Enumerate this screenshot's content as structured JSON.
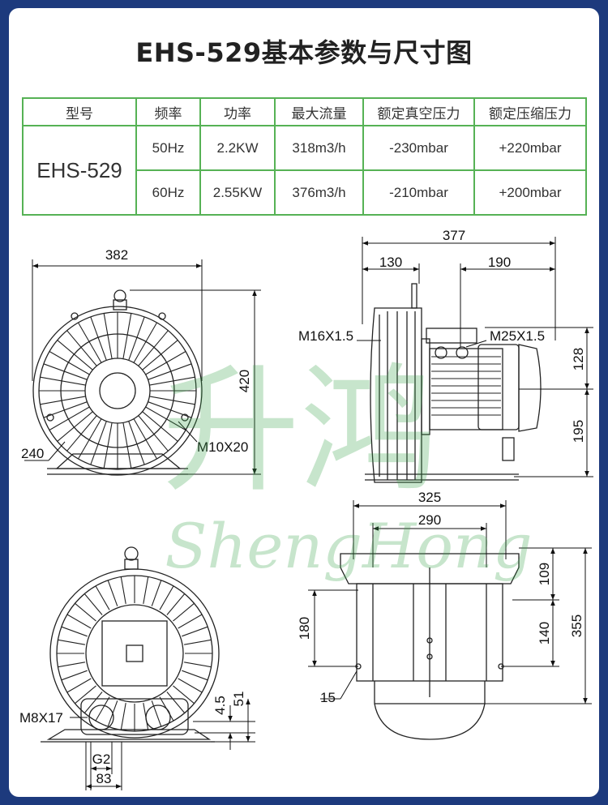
{
  "title": "EHS-529基本参数与尺寸图",
  "table": {
    "headers": [
      "型号",
      "频率",
      "功率",
      "最大流量",
      "额定真空压力",
      "额定压缩压力"
    ],
    "model": "EHS-529",
    "rows": [
      {
        "freq": "50Hz",
        "power": "2.2KW",
        "flow": "318m3/h",
        "vacuum": "-230mbar",
        "pressure": "+220mbar"
      },
      {
        "freq": "60Hz",
        "power": "2.55KW",
        "flow": "376m3/h",
        "vacuum": "-210mbar",
        "pressure": "+200mbar"
      }
    ]
  },
  "dimensions": {
    "front_width": "382",
    "front_height": "420",
    "front_outlet": "240",
    "front_bolt": "M10X20",
    "side_total": "377",
    "side_left": "130",
    "side_right": "190",
    "side_port_left": "M16X1.5",
    "side_port_right": "M25X1.5",
    "side_upper": "128",
    "side_lower": "195",
    "bottom_width": "325",
    "bottom_inner": "290",
    "bottom_top": "109",
    "bottom_left_h": "180",
    "bottom_mid_h": "140",
    "bottom_total_h": "355",
    "bottom_hole": "15",
    "rear_bolt": "M8X17",
    "rear_small": "4.5",
    "rear_h": "51",
    "rear_g": "G2",
    "rear_w": "83"
  },
  "watermark": {
    "chinese": "升鸿",
    "english": "ShengHong"
  }
}
